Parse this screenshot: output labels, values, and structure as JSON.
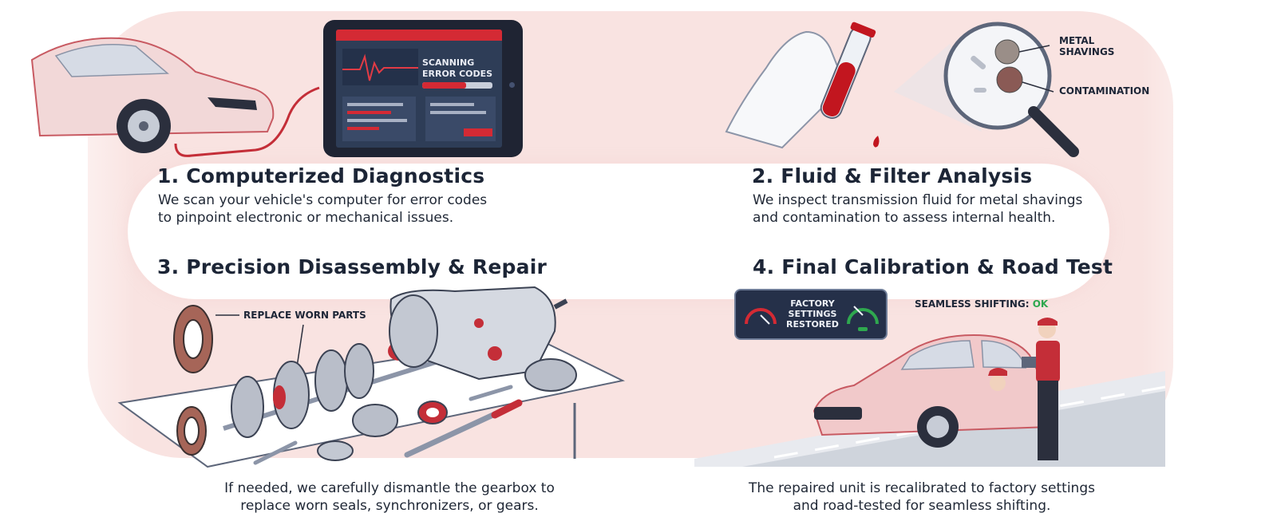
{
  "colors": {
    "accent_red": "#d42a34",
    "navy": "#253049",
    "ok_green": "#2fa84f",
    "blush_background": "#f9e3e1"
  },
  "steps": [
    {
      "title": "1. Computerized Diagnostics",
      "desc_line1": "We scan your vehicle's computer for error codes",
      "desc_line2": "to pinpoint electronic or mechanical issues.",
      "icon": "diagnostic-tablet-icon"
    },
    {
      "title": "2. Fluid & Filter Analysis",
      "desc_line1": "We inspect transmission fluid for metal shavings",
      "desc_line2": "and contamination to assess internal health.",
      "icon": "test-tube-magnifier-icon"
    },
    {
      "title": "3. Precision Disassembly & Repair",
      "desc_line1": "If needed, we carefully dismantle the gearbox to",
      "desc_line2": "replace worn seals, synchronizers, or gears.",
      "icon": "gearbox-parts-icon"
    },
    {
      "title": "4. Final Calibration & Road Test",
      "desc_line1": "The repaired unit is recalibrated to factory settings",
      "desc_line2": "and road-tested for seamless shifting.",
      "icon": "road-test-car-icon"
    }
  ],
  "tablet": {
    "line1": "SCANNING",
    "line2": "ERROR CODES"
  },
  "magnifier": {
    "label1_line1": "METAL",
    "label1_line2": "SHAVINGS",
    "label2": "CONTAMINATION"
  },
  "repair": {
    "callout": "REPLACE WORN PARTS"
  },
  "calibration": {
    "panel_line1": "FACTORY",
    "panel_line2": "SETTINGS",
    "panel_line3": "RESTORED",
    "status_prefix": "SEAMLESS SHIFTING:",
    "status_value": "OK"
  }
}
